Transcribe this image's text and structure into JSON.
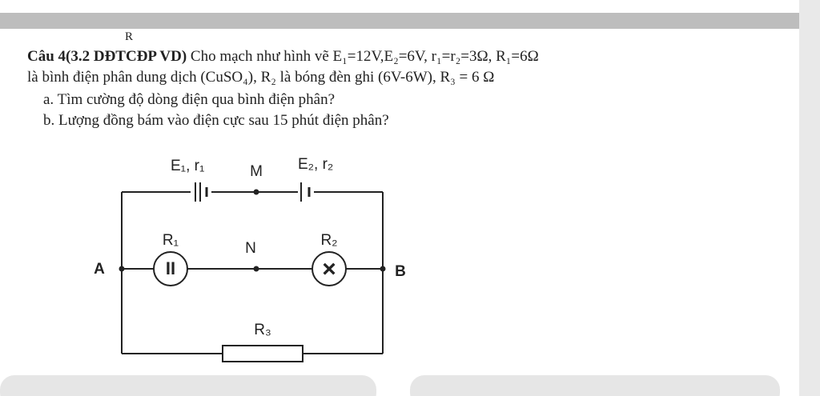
{
  "page": {
    "stray_mark": "R"
  },
  "question": {
    "heading": "Câu 4(3.2 DĐTCĐP VD)",
    "line1_rest": " Cho mạch như hình vẽ E₁=12V,E₂=6V, r₁=r₂=3Ω, R₁=6Ω",
    "line2": "là bình điện phân dung dịch (CuSO₄), R₂ là bóng đèn ghi (6V-6W), R₃ = 6 Ω",
    "part_a": "a.  Tìm cường độ dòng điện qua bình điện phân?",
    "part_b": "b.  Lượng đồng bám vào điện cực sau 15 phút điện phân?"
  },
  "circuit": {
    "labels": {
      "e1r1": "E₁, r₁",
      "m": "M",
      "e2r2": "E₂, r₂",
      "r1": "R₁",
      "n": "N",
      "r2": "R₂",
      "a": "A",
      "b": "B",
      "r3": "R₃"
    },
    "r1_symbol": "II",
    "r2_symbol": "×"
  },
  "colors": {
    "ink": "#222222",
    "bar_grey": "#bdbdbd"
  }
}
